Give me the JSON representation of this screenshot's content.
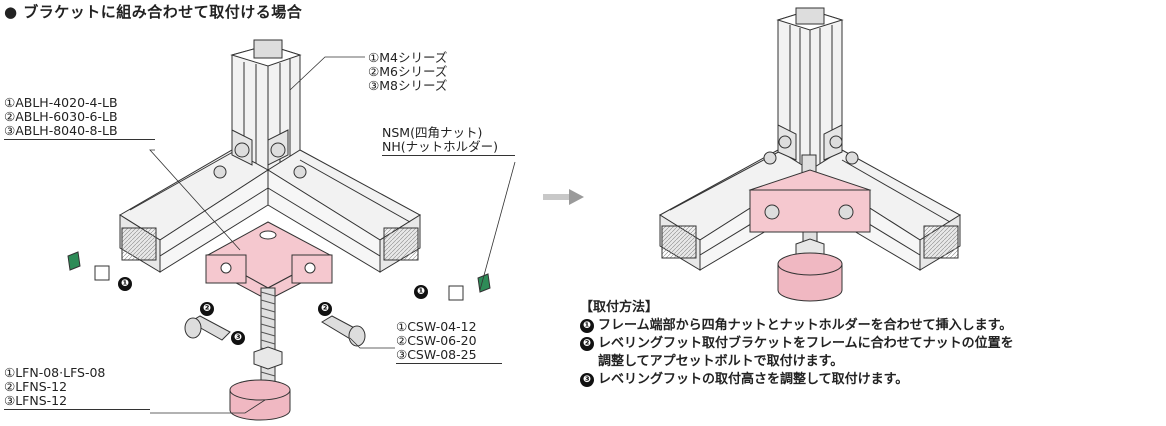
{
  "heading": "● ブラケットに組み合わせて取付ける場合",
  "left_labels": {
    "series": [
      "①M4シリーズ",
      "②M6シリーズ",
      "③M8シリーズ"
    ],
    "bracket": [
      "①ABLH-4020-4-LB",
      "②ABLH-6030-6-LB",
      "③ABLH-8040-8-LB"
    ],
    "nut": [
      "NSM(四角ナット)",
      "NH(ナットホルダー)"
    ],
    "bolt": [
      "①CSW-04-12",
      "②CSW-06-20",
      "③CSW-08-25"
    ],
    "foot": [
      "①LFN-08·LFS-08",
      "②LFNS-12",
      "③LFNS-12"
    ]
  },
  "markers": {
    "one": "❶",
    "two": "❷",
    "three": "❸"
  },
  "method": {
    "title": "【取付方法】",
    "steps": [
      {
        "badge": "❶",
        "text": "フレーム端部から四角ナットとナットホルダーを合わせて挿入します。"
      },
      {
        "badge": "❷",
        "text": "レベリングフット取付ブラケットをフレームに合わせてナットの位置を"
      },
      {
        "badge": "",
        "text": "調整してアプセットボルトで取付けます。"
      },
      {
        "badge": "❸",
        "text": "レベリングフットの取付高さを調整して取付けます。"
      }
    ]
  },
  "colors": {
    "frame": "#f2f2f2",
    "frame_line": "#333333",
    "bracket": "#f5c8cf",
    "foot": "#f0b8c2",
    "nut_holder": "#2e8b57",
    "arrow": "#9a9a9a"
  }
}
